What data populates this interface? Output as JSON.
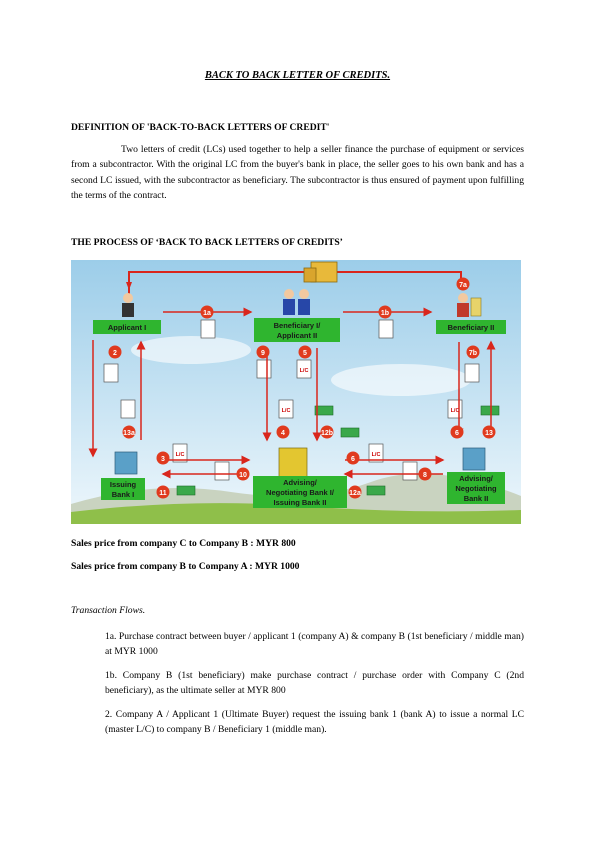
{
  "title": "BACK TO BACK LETTER OF CREDITS.",
  "definition": {
    "heading": "DEFINITION OF 'BACK-TO-BACK LETTERS OF CREDIT'",
    "text": "Two letters of credit (LCs) used together to help a seller finance the purchase of equipment or services from a subcontractor. With the original LC from the buyer's bank in place, the seller goes to his own bank and has a second LC issued, with the subcontractor as beneficiary. The subcontractor is thus ensured of payment upon fulfilling the terms of the contract."
  },
  "process": {
    "heading": "THE PROCESS OF ‘BACK TO BACK LETTERS OF CREDITS’",
    "diagram": {
      "parties": {
        "applicant1": "Applicant I",
        "beneficiary1_line1": "Beneficiary I/",
        "beneficiary1_line2": "Applicant II",
        "beneficiary2": "Beneficiary II",
        "issuing1_line1": "Issuing",
        "issuing1_line2": "Bank I",
        "negotiating_line1": "Advising/",
        "negotiating_line2": "Negotiating Bank I/",
        "negotiating_line3": "Issuing Bank II",
        "advising2_line1": "Advising/",
        "advising2_line2": "Negotiating",
        "advising2_line3": "Bank II"
      },
      "steps": {
        "s1a": "1a",
        "s1b": "1b",
        "s7a": "7a",
        "s2": "2",
        "s9": "9",
        "s5": "5",
        "s7b": "7b",
        "s13a": "13a",
        "s4": "4",
        "s12b": "12b",
        "s6": "6",
        "s13": "13",
        "s3": "3",
        "s10": "10",
        "s8": "8",
        "s6b": "6",
        "s11": "11",
        "s12a": "12a"
      },
      "lc_label": "L/C"
    }
  },
  "sales": {
    "line1": "Sales price from company C to Company B : MYR 800",
    "line2": "Sales price from company B to Company A : MYR 1000"
  },
  "flows": {
    "heading": "Transaction Flows.",
    "items": [
      "1a. Purchase contract between buyer / applicant 1 (company A) &  company B  (1st beneficiary / middle man) at MYR 1000",
      "1b. Company B (1st beneficiary) make purchase contract / purchase order with Company C (2nd beneficiary), as the ultimate seller at MYR 800",
      "2. Company A / Applicant 1 (Ultimate Buyer) request the issuing bank 1 (bank A)  to issue a normal LC (master L/C)  to company B / Beneficiary 1 (middle man)."
    ]
  },
  "colors": {
    "label_green": "#2fb52f",
    "step_red": "#e03a1e",
    "arrow_red": "#d9261c",
    "sky_top": "#a9d4ec",
    "sky_bottom": "#e3f2fa",
    "ground": "#8fbf4a"
  }
}
